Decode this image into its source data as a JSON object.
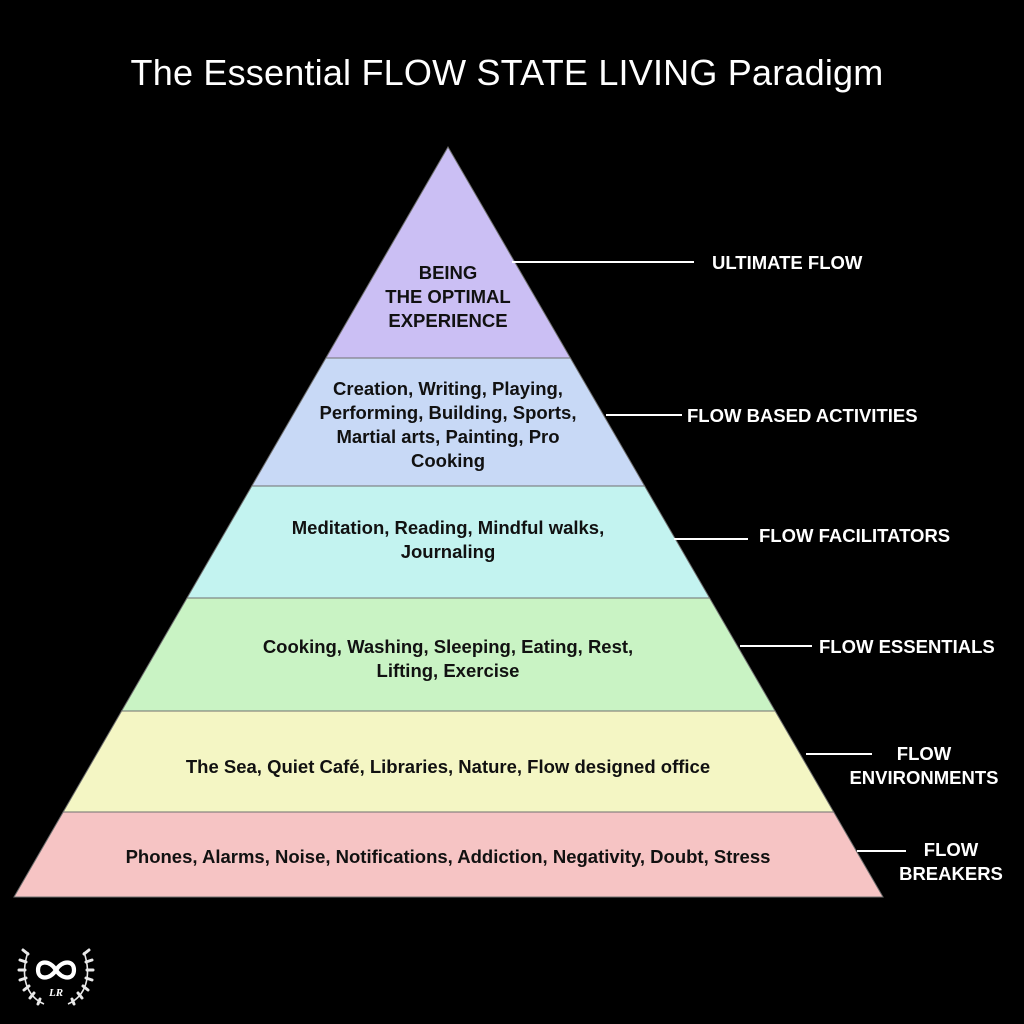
{
  "title": "The Essential FLOW STATE LIVING Paradigm",
  "colors": {
    "background": "#000000",
    "text_dark": "#111111",
    "text_light": "#ffffff",
    "connector": "#ffffff",
    "divider": "#6f6f6f"
  },
  "tiers": [
    {
      "id": "ultimate",
      "lines": [
        "BEING",
        "THE OPTIMAL",
        "EXPERIENCE"
      ],
      "label_lines": [
        "ULTIMATE FLOW"
      ],
      "color": "#cbbff4"
    },
    {
      "id": "activities",
      "lines": [
        "Creation, Writing, Playing,",
        "Performing, Building, Sports,",
        "Martial arts, Painting, Pro",
        "Cooking"
      ],
      "label_lines": [
        "FLOW BASED ACTIVITIES"
      ],
      "color": "#c8d9f6"
    },
    {
      "id": "facilitators",
      "lines": [
        "Meditation, Reading, Mindful walks,",
        "Journaling"
      ],
      "label_lines": [
        "FLOW FACILITATORS"
      ],
      "color": "#c3f3f0"
    },
    {
      "id": "essentials",
      "lines": [
        "Cooking, Washing, Sleeping, Eating, Rest,",
        "Lifting, Exercise"
      ],
      "label_lines": [
        "FLOW ESSENTIALS"
      ],
      "color": "#c9f3c4"
    },
    {
      "id": "environments",
      "lines": [
        "The Sea, Quiet Café, Libraries, Nature, Flow designed office"
      ],
      "label_lines": [
        "FLOW",
        "ENVIRONMENTS"
      ],
      "color": "#f4f6c4"
    },
    {
      "id": "breakers",
      "lines": [
        "Phones, Alarms, Noise, Notifications, Addiction, Negativity, Doubt, Stress"
      ],
      "label_lines": [
        "FLOW",
        "BREAKERS"
      ],
      "color": "#f6c4c4"
    }
  ],
  "logo": {
    "icon": "infinity-laurel-icon",
    "text": "LR"
  }
}
